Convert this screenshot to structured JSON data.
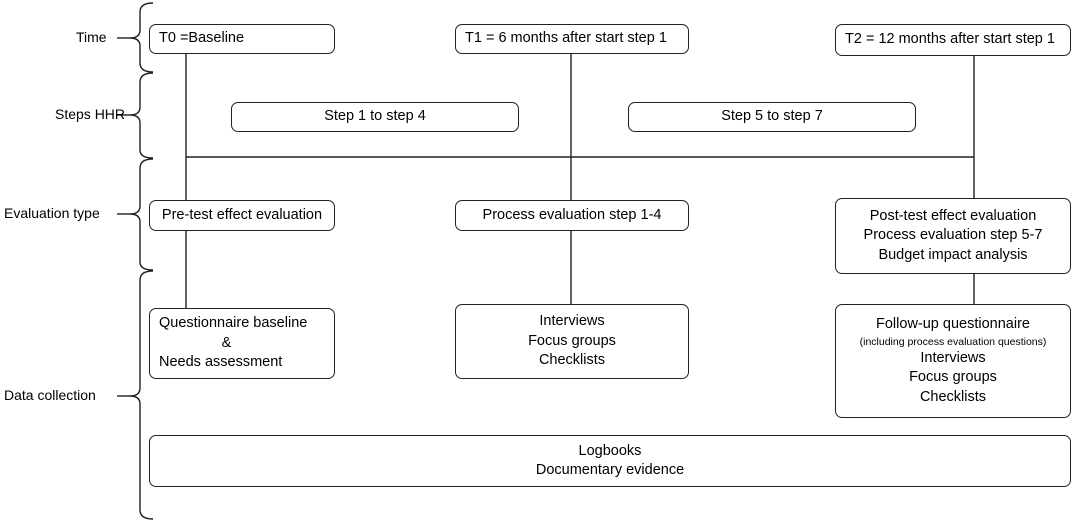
{
  "phases": {
    "time": "Time",
    "steps": "Steps HHR",
    "evaluation": "Evaluation type",
    "data": "Data collection"
  },
  "time": {
    "t0": "T0 =Baseline",
    "t1": "T1 = 6 months after start step 1",
    "t2": "T2 = 12 months after start step 1"
  },
  "steps": {
    "a": "Step 1 to step 4",
    "b": "Step 5 to step 7"
  },
  "evaluation": {
    "pre": "Pre-test effect evaluation",
    "process": "Process evaluation step 1-4",
    "post": [
      "Post-test effect evaluation",
      "Process evaluation step 5-7",
      "Budget impact analysis"
    ]
  },
  "data_collection": {
    "baseline": [
      "Questionnaire baseline",
      "&",
      "Needs assessment"
    ],
    "t1": [
      "Interviews",
      "Focus groups",
      "Checklists"
    ],
    "t2": [
      "Follow-up questionnaire",
      "(including process evaluation questions)",
      "Interviews",
      "Focus groups",
      "Checklists"
    ],
    "all": [
      "Logbooks",
      "Documentary evidence"
    ]
  }
}
